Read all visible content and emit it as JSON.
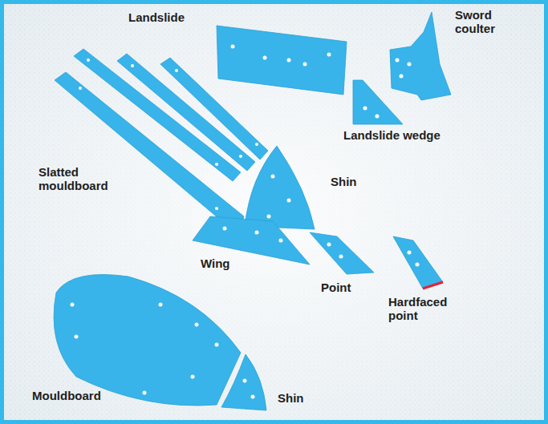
{
  "diagram": {
    "labels": [
      "Landslide",
      "Sword coulter",
      "Landslide wedge",
      "Slatted mouldboard",
      "Shin",
      "Wing",
      "Point",
      "Hardfaced point",
      "Mouldboard",
      "Shin"
    ]
  }
}
